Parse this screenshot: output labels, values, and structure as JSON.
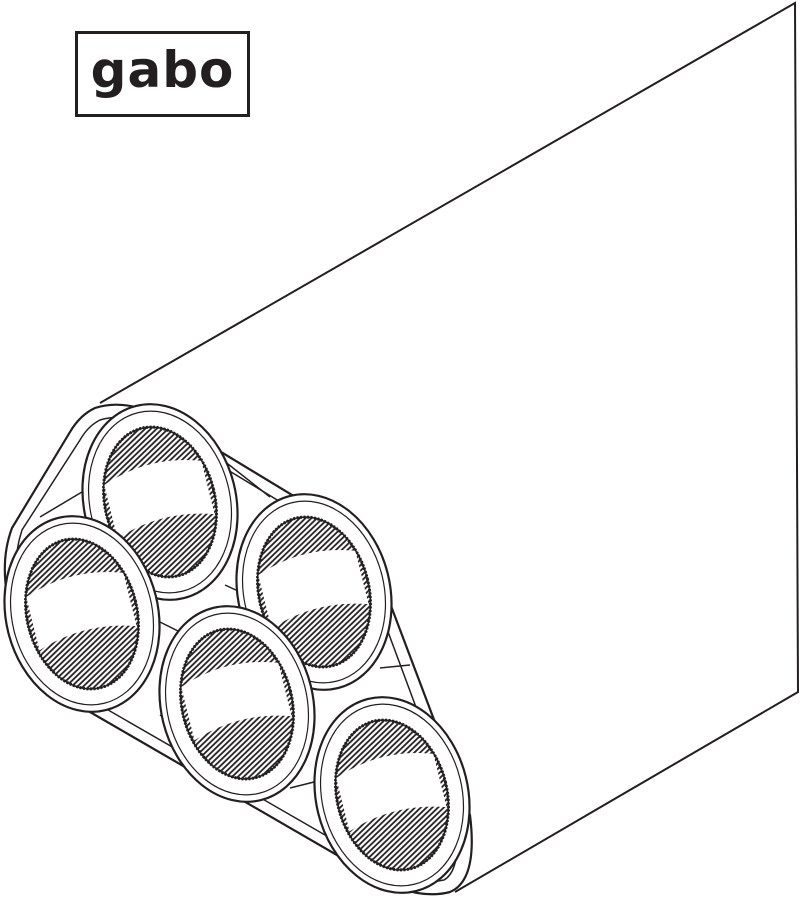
{
  "logo": {
    "text": "gabo"
  },
  "diagram": {
    "subject": "multi-duct-bundle-illustration",
    "duct_count": 5,
    "colors": {
      "line": "#231f20",
      "fill": "#ffffff"
    }
  }
}
